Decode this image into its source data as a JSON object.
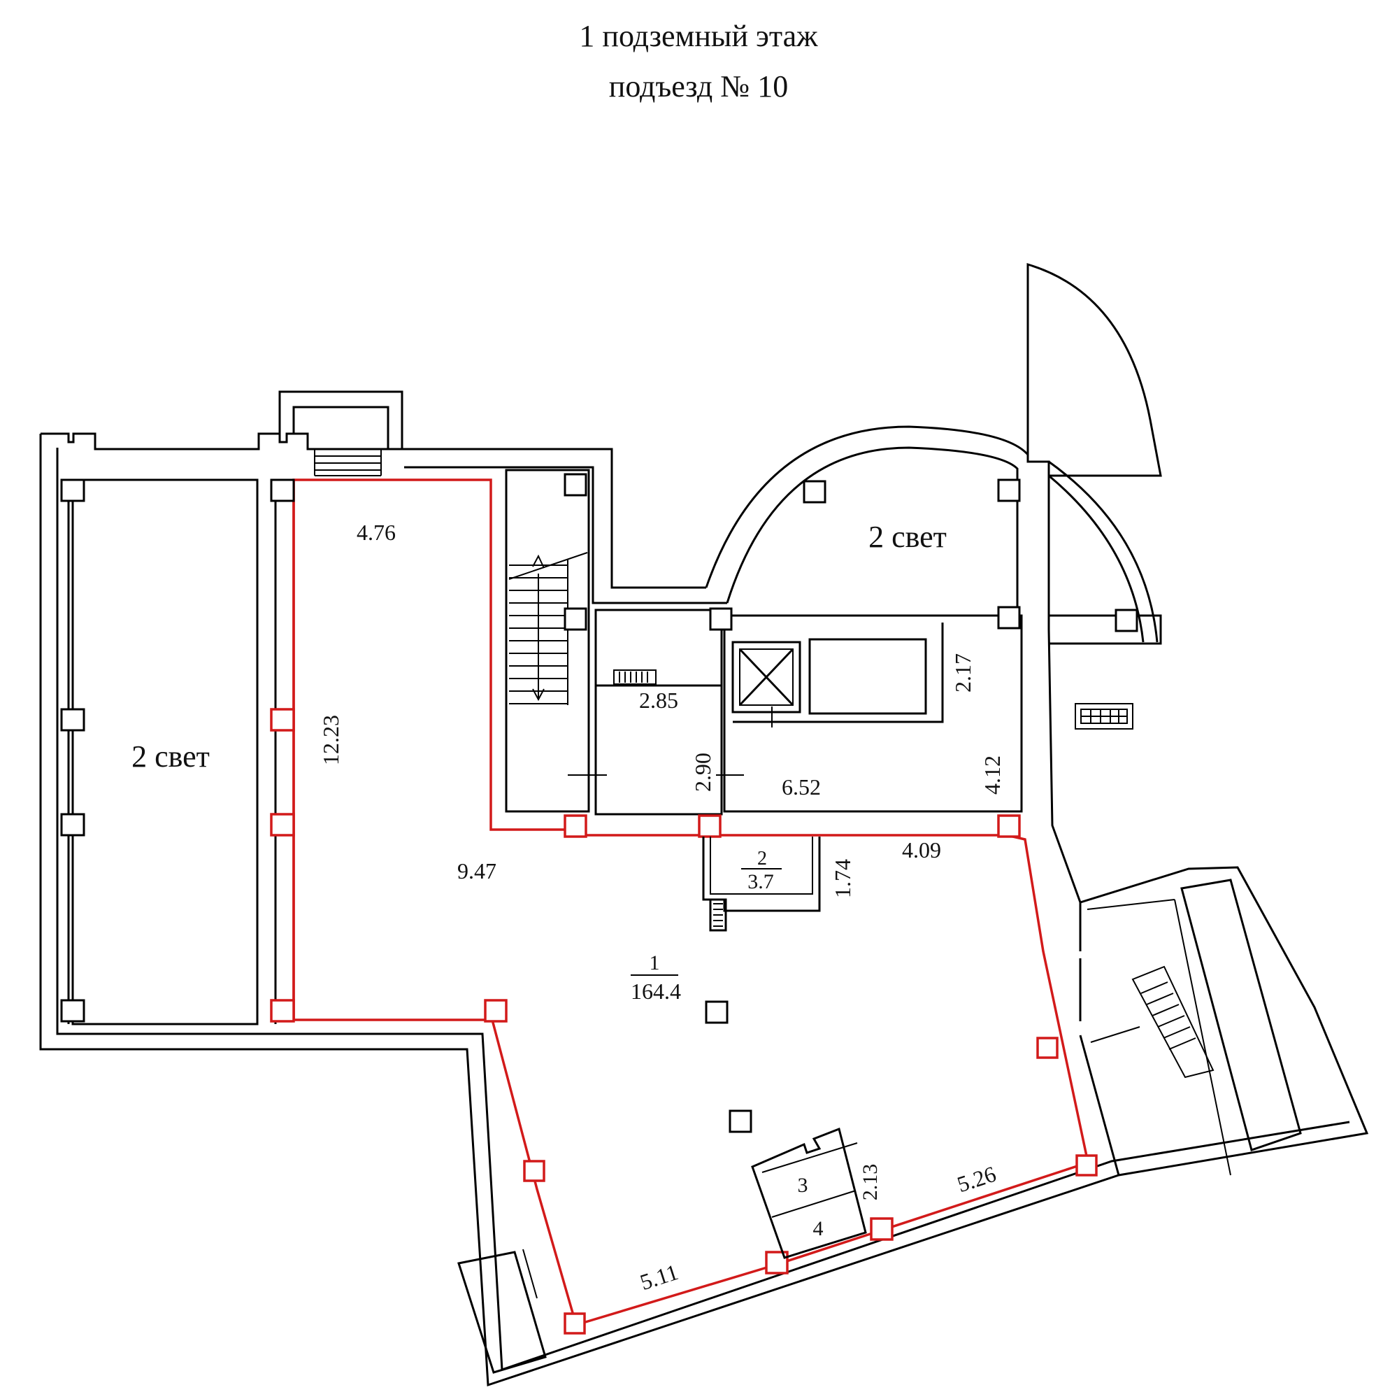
{
  "title": {
    "line1": "1 подземный этаж",
    "line2": "подъезд № 10"
  },
  "colors": {
    "wall": "#000000",
    "boundary": "#d21a1a"
  },
  "labels": {
    "light_left": "2 свет",
    "light_top": "2 свет",
    "room1_num": "1",
    "room1_area": "164.4",
    "room2_num": "2",
    "room2_area": "3.7",
    "room3_num": "3",
    "room4_num": "4"
  },
  "dimensions": {
    "d_4_76": "4.76",
    "d_12_23": "12.23",
    "d_9_47": "9.47",
    "d_2_85": "2.85",
    "d_2_90": "2.90",
    "d_6_52": "6.52",
    "d_2_17": "2.17",
    "d_4_12": "4.12",
    "d_4_09": "4.09",
    "d_1_74": "1.74",
    "d_2_13": "2.13",
    "d_5_26": "5.26",
    "d_5_11": "5.11"
  }
}
